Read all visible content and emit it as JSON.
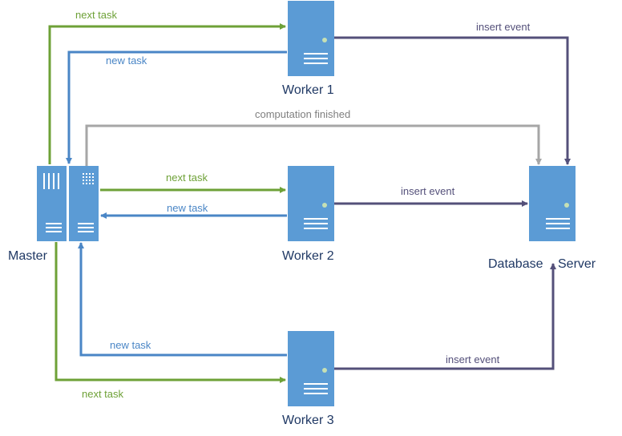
{
  "colors": {
    "next_task": "#6ea137",
    "new_task": "#4a86c6",
    "insert_event": "#54507a",
    "computation_finished": "#a6a6a6",
    "server_fill": "#5b9bd5",
    "server_light": "#ffffff",
    "led": "#c6e0b4",
    "node_label": "#1f3864"
  },
  "nodes": {
    "master": {
      "label": "Master",
      "icon": "server-pair-icon"
    },
    "worker1": {
      "label": "Worker 1",
      "icon": "server-icon"
    },
    "worker2": {
      "label": "Worker 2",
      "icon": "server-icon"
    },
    "worker3": {
      "label": "Worker 3",
      "icon": "server-icon"
    },
    "database": {
      "label_left": "Database",
      "label_right": "Server",
      "icon": "server-icon"
    }
  },
  "edges": {
    "next_task_w1": "next task",
    "new_task_w1": "new task",
    "insert_event_w1": "insert event",
    "computation_finished": "computation finished",
    "next_task_w2": "next task",
    "new_task_w2": "new task",
    "insert_event_w2": "insert event",
    "new_task_w3": "new task",
    "next_task_w3": "next task",
    "insert_event_w3": "insert event"
  }
}
